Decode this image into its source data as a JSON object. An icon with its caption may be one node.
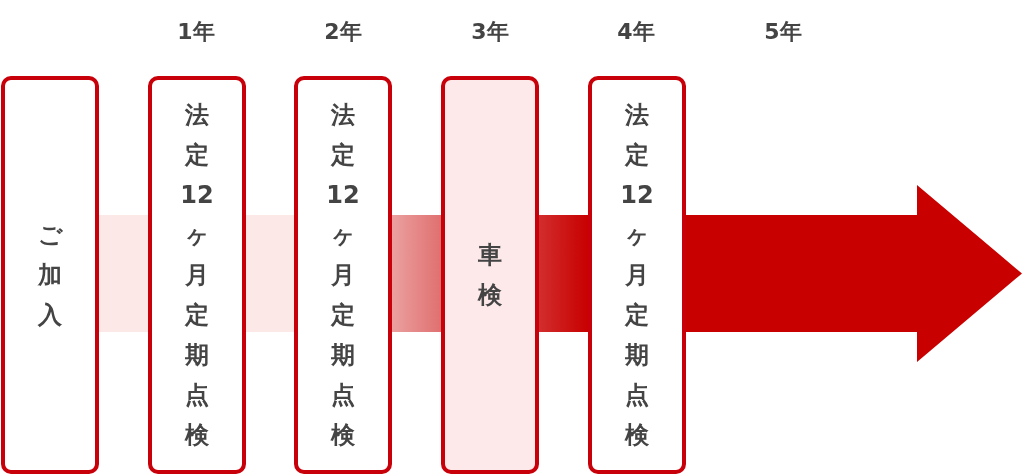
{
  "diagram": {
    "nodes": [
      {
        "text": [
          "ご加入"
        ]
      },
      {
        "text": [
          "法定12ヶ月定期点検"
        ]
      },
      {
        "text": [
          "法定12ヶ月定期点検"
        ]
      },
      {
        "text": [
          "車検"
        ]
      },
      {
        "text": [
          "法定12ヶ月定期点検"
        ]
      }
    ],
    "labels": [
      "1年",
      "2年",
      "3年",
      "4年",
      "5年"
    ]
  }
}
